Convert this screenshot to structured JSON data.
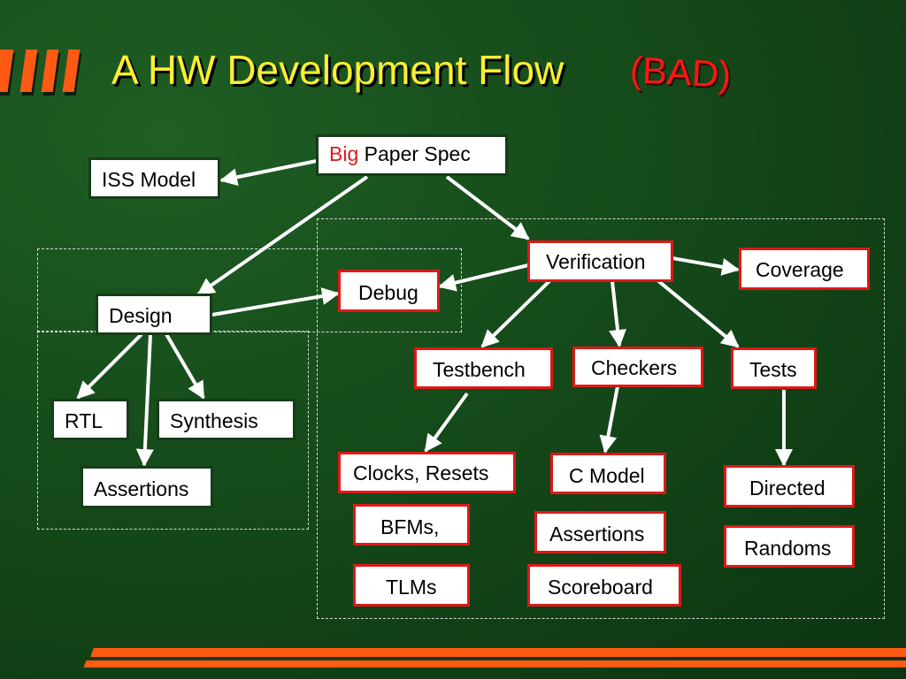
{
  "title": "A HW Development Flow",
  "badge": "(BAD)",
  "colors": {
    "accent": "#ff5a14",
    "title": "#ffee33",
    "badge": "#ff1616",
    "node_border": "#e01818"
  },
  "nodes": {
    "spec": {
      "highlight": "Big",
      "label": "Paper Spec"
    },
    "iss_model": "ISS Model",
    "design": "Design",
    "debug": "Debug",
    "verification": "Verification",
    "coverage": "Coverage",
    "rtl": "RTL",
    "synthesis": "Synthesis",
    "assertions_design": "Assertions",
    "testbench": "Testbench",
    "checkers": "Checkers",
    "tests": "Tests",
    "clocks_resets": "Clocks, Resets",
    "bfms": "BFMs,",
    "tlms": "TLMs",
    "c_model": "C Model",
    "assertions_verif": "Assertions",
    "scoreboard": "Scoreboard",
    "directed": "Directed",
    "randoms": "Randoms"
  }
}
